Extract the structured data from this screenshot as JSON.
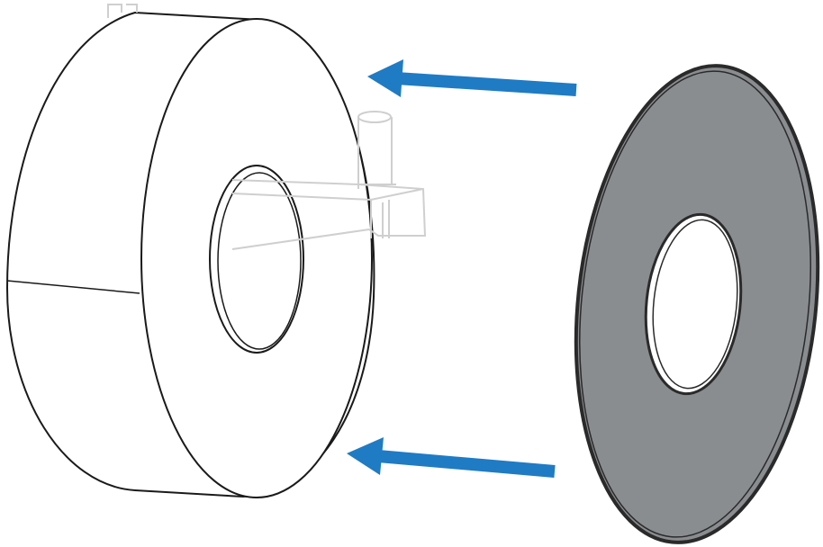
{
  "colors": {
    "background": "#ffffff",
    "outline": "#1a1a1a",
    "spindle": "#cfcfcf",
    "arrow": "#1f7bc4",
    "disc_fill": "#8a8d90",
    "disc_edge": "#2a2a2a"
  },
  "parts": {
    "roll": "media-roll",
    "spindle": "roll-holder-spindle",
    "disc": "core-adapter-disc"
  },
  "arrows": [
    {
      "id": "upper",
      "direction": "left"
    },
    {
      "id": "lower",
      "direction": "left"
    }
  ]
}
